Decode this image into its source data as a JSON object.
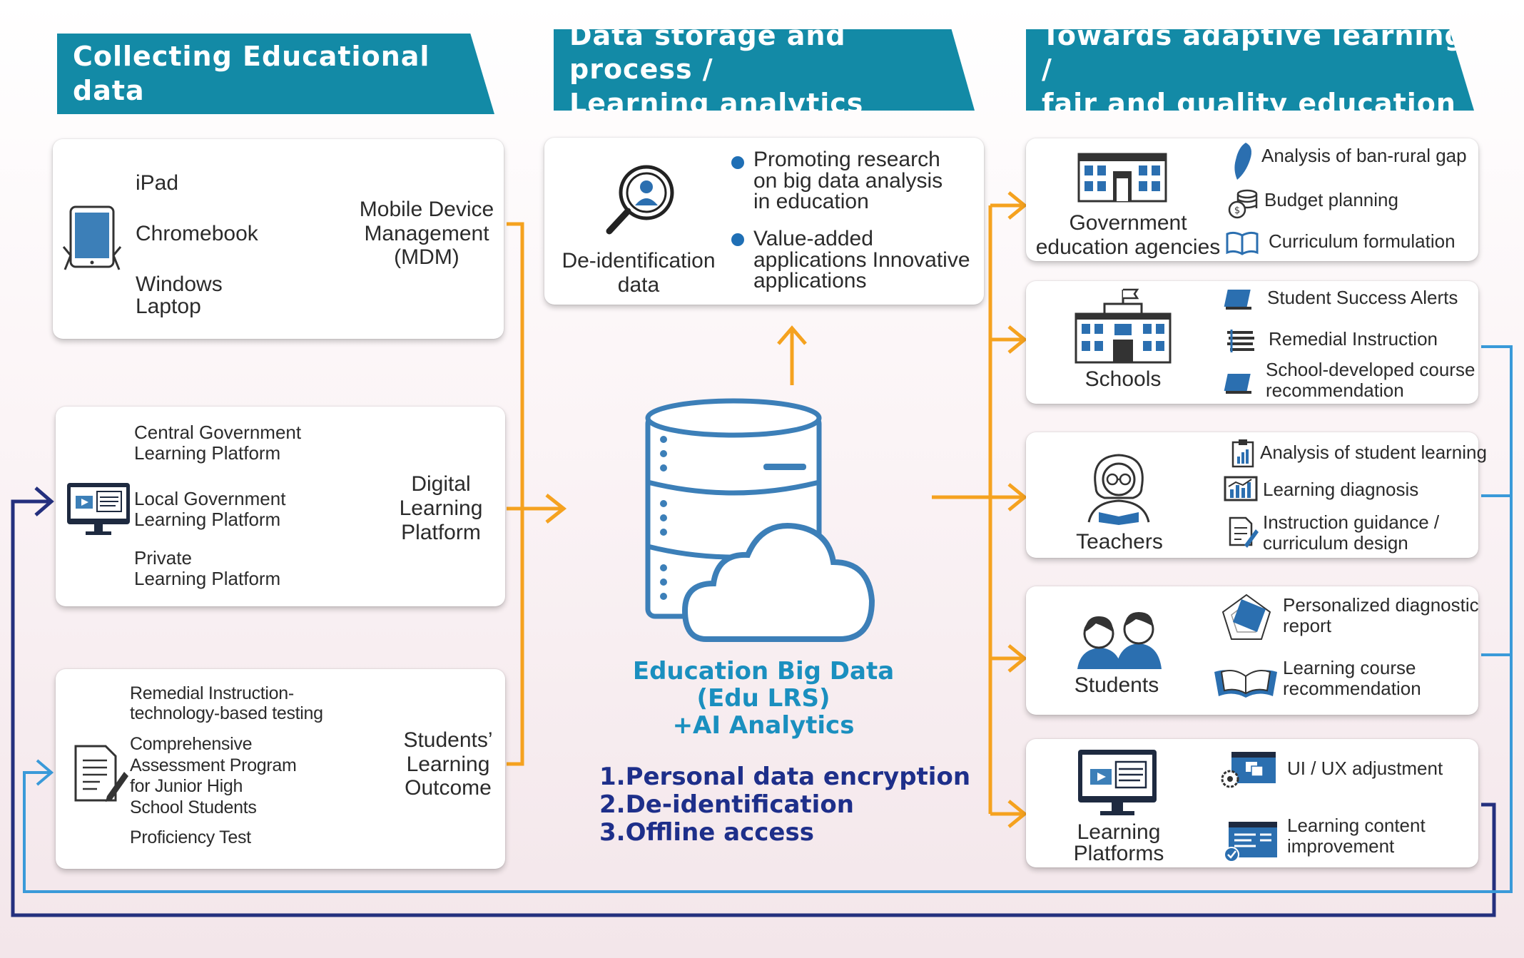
{
  "headers": {
    "collect": [
      "Collecting Educational data"
    ],
    "storage": [
      "Data storage and process /",
      "Learning analytics"
    ],
    "towards": [
      "Towards adaptive learning /",
      "fair and quality education"
    ]
  },
  "devices": {
    "items": [
      "iPad",
      "Chromebook",
      "Windows",
      "Laptop"
    ],
    "target": [
      "Mobile Device",
      "Management",
      "(MDM)"
    ]
  },
  "platforms": {
    "items": [
      [
        "Central Government",
        "Learning Platform"
      ],
      [
        "Local Government",
        "Learning Platform"
      ],
      [
        "Private",
        "Learning Platform"
      ]
    ],
    "target": [
      "Digital",
      "Learning",
      "Platform"
    ]
  },
  "outcomes": {
    "items": [
      [
        "Remedial Instruction-",
        "technology-based testing"
      ],
      [
        "Comprehensive",
        "Assessment Program",
        "for Junior High",
        "School Students"
      ],
      [
        "Proficiency Test"
      ]
    ],
    "target": [
      "Students’",
      "Learning",
      "Outcome"
    ]
  },
  "storage": {
    "deid_label": [
      "De-identification",
      "data"
    ],
    "bullets": [
      [
        "Promoting research",
        "on big data analysis",
        "in education"
      ],
      [
        "Value-added",
        "applications Innovative",
        "applications"
      ]
    ],
    "title": [
      "Education Big Data",
      "(Edu LRS)",
      "+AI Analytics"
    ],
    "steps": [
      "1.Personal data encryption",
      "2.De-identification",
      "3.Offline access"
    ]
  },
  "stakeholders": [
    {
      "name": [
        "Government",
        "education agencies"
      ],
      "items": [
        [
          "Analysis of ban-rural gap"
        ],
        [
          "Budget planning"
        ],
        [
          "Curriculum formulation"
        ]
      ]
    },
    {
      "name": [
        "Schools"
      ],
      "items": [
        [
          "Student Success Alerts"
        ],
        [
          "Remedial Instruction"
        ],
        [
          "School-developed course",
          "recommendation"
        ]
      ]
    },
    {
      "name": [
        "Teachers"
      ],
      "items": [
        [
          "Analysis of student learning"
        ],
        [
          "Learning diagnosis"
        ],
        [
          "Instruction guidance /",
          "curriculum design"
        ]
      ]
    },
    {
      "name": [
        "Students"
      ],
      "items": [
        [
          "Personalized diagnostic",
          "report"
        ],
        [
          "Learning course",
          "recommendation"
        ]
      ]
    },
    {
      "name": [
        "Learning",
        "Platforms"
      ],
      "items": [
        [
          "UI / UX adjustment"
        ],
        [
          "Learning content",
          "improvement"
        ]
      ]
    }
  ],
  "colors": {
    "teal": "#138aa6",
    "orange": "#f5a21f",
    "navy": "#24307e",
    "lightblue": "#3a9ad9"
  }
}
